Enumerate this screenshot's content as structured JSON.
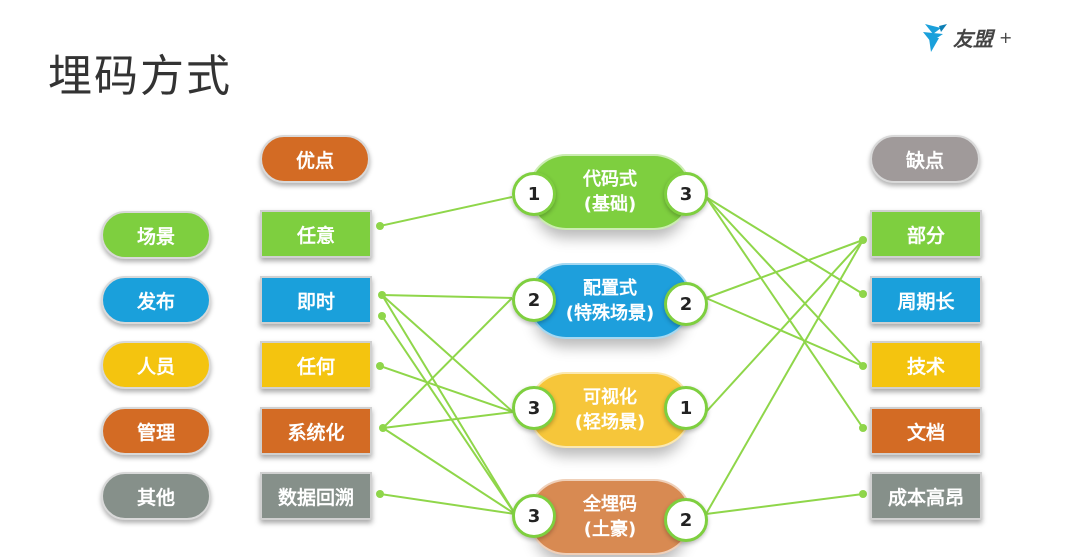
{
  "page_title": "埋码方式",
  "logo": {
    "name": "友盟",
    "plus": "+"
  },
  "colors": {
    "green": "#7ecf3f",
    "blue": "#1aa0db",
    "yellow": "#f4c40f",
    "orange": "#d36b24",
    "gray": "#86908a",
    "lightgray": "#a09a9a",
    "method_blue": "#1e9fdc",
    "method_yellow": "#f6c63a",
    "method_orange": "#d88a52"
  },
  "header_pros": "优点",
  "header_cons": "缺点",
  "categories": [
    "场景",
    "发布",
    "人员",
    "管理",
    "其他"
  ],
  "pros": [
    "任意",
    "即时",
    "任何",
    "系统化",
    "数据回溯"
  ],
  "cons": [
    "部分",
    "周期长",
    "技术",
    "文档",
    "成本高昂"
  ],
  "methods": [
    {
      "line1": "代码式",
      "line2": "(基础)",
      "left_num": "1",
      "right_num": "3"
    },
    {
      "line1": "配置式",
      "line2": "(特殊场景)",
      "left_num": "2",
      "right_num": "2"
    },
    {
      "line1": "可视化",
      "line2": "(轻场景)",
      "left_num": "3",
      "right_num": "1"
    },
    {
      "line1": "全埋码",
      "line2": "(土豪)",
      "left_num": "3",
      "right_num": "2"
    }
  ]
}
